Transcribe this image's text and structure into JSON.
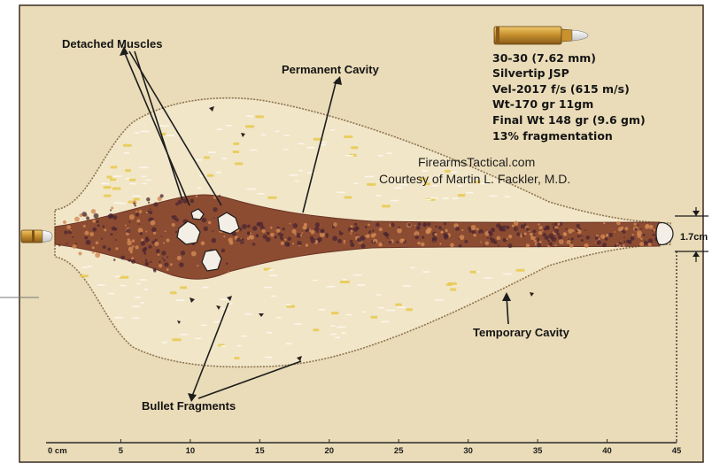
{
  "labels": {
    "detached_muscles": "Detached Muscles",
    "permanent_cavity": "Permanent Cavity",
    "temporary_cavity": "Temporary Cavity",
    "bullet_fragments": "Bullet Fragments"
  },
  "specs": {
    "caliber": "30-30 (7.62 mm)",
    "bullet_type": "Silvertip JSP",
    "velocity": "Vel-2017 f/s (615 m/s)",
    "weight": "Wt-170 gr 11gm",
    "final_weight": "Final Wt 148 gr (9.6 gm)",
    "fragmentation": "13% fragmentation"
  },
  "credit": {
    "site": "FirearmsTactical.com",
    "author": "Courtesy of Martin L. Fackler, M.D."
  },
  "dimension": {
    "cavity_diameter": "1.7cm"
  },
  "axis": {
    "unit_label": "0 cm",
    "ticks": [
      "5",
      "10",
      "15",
      "20",
      "25",
      "30",
      "35",
      "40",
      "45"
    ]
  },
  "colors": {
    "background": "#eadcb8",
    "temporary_cavity_fill": "#f1e6c8",
    "temporary_cavity_outline": "#8d7350",
    "permanent_cavity": "#8c4c32",
    "permanent_cavity_dark": "#4a2430",
    "cartridge_brass": "#c8922f"
  }
}
